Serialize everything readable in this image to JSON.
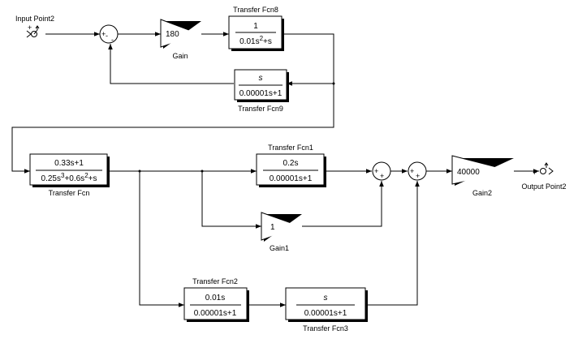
{
  "inports": [
    {
      "id": "in2",
      "label": "Input Point2"
    }
  ],
  "outports": [
    {
      "id": "out2",
      "label": "Output Point2"
    }
  ],
  "gains": [
    {
      "id": "gain",
      "label": "Gain",
      "value": "180"
    },
    {
      "id": "gain1",
      "label": "Gain1",
      "value": "1"
    },
    {
      "id": "gain2",
      "label": "Gain2",
      "value": "40000"
    }
  ],
  "transfer_fcns": [
    {
      "id": "tf8",
      "label": "Transfer Fcn8",
      "num": "1",
      "den": "0.01s2+s"
    },
    {
      "id": "tf9",
      "label": "Transfer Fcn9",
      "num": "s",
      "den": "0.00001s+1"
    },
    {
      "id": "tf",
      "label": "Transfer Fcn",
      "num": "0.33s+1",
      "den": "0.25s3+0.6s2+s"
    },
    {
      "id": "tf1",
      "label": "Transfer Fcn1",
      "num": "0.2s",
      "den": "0.00001s+1"
    },
    {
      "id": "tf2",
      "label": "Transfer Fcn2",
      "num": "0.01s",
      "den": "0.00001s+1"
    },
    {
      "id": "tf3",
      "label": "Transfer Fcn3",
      "num": "s",
      "den": "0.00001s+1"
    }
  ],
  "sums": [
    {
      "id": "sum1",
      "signs": [
        "+",
        "-",
        "-"
      ]
    },
    {
      "id": "sum2",
      "signs": [
        "+",
        "+"
      ]
    },
    {
      "id": "sum3",
      "signs": [
        "+",
        "+"
      ]
    }
  ],
  "io_signs": {
    "input": "+",
    "output": "+"
  }
}
